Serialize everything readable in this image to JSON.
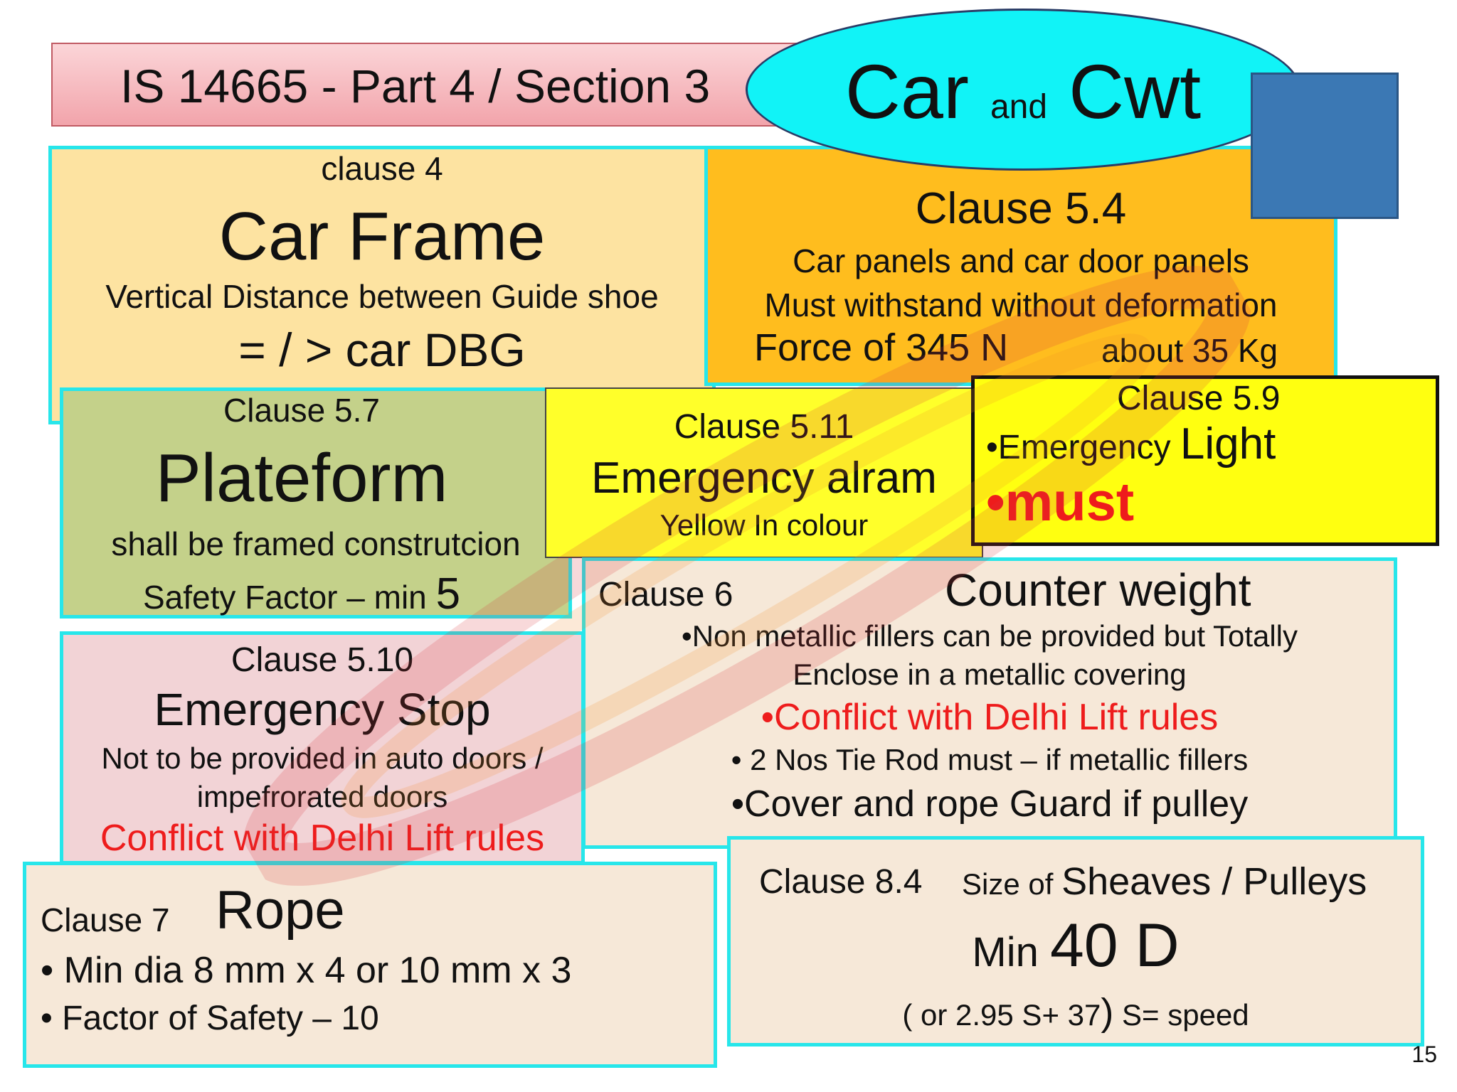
{
  "title_bar": {
    "text": "IS 14665 - Part 4 / Section 3"
  },
  "oval": {
    "car": "Car",
    "and": "and",
    "cwt": "Cwt"
  },
  "car_frame": {
    "clause": "clause    4",
    "heading": "Car Frame",
    "line1": "Vertical Distance between Guide shoe",
    "line2": "= / >  car DBG"
  },
  "clause54": {
    "clause": "Clause 5.4",
    "line1": "Car panels and car door panels",
    "line2": "Must withstand without deformation",
    "force": "Force of 345 N",
    "about": "about 35 Kg"
  },
  "plateform": {
    "clause": "Clause 5.7",
    "heading": "Plateform",
    "line1": "shall be framed construtcion",
    "safety": "Safety Factor – min ",
    "safety_value": "5"
  },
  "alarm": {
    "clause": "Clause 5.11",
    "heading": "Emergency alram",
    "line1": "Yellow In colour"
  },
  "light": {
    "clause": "Clause 5.9",
    "bullet1_small": "•Emergency ",
    "bullet1_big": "Light",
    "bullet2": "•must"
  },
  "estop": {
    "clause": "Clause 5.10",
    "heading": "Emergency Stop",
    "line1": "Not to be provided in auto doors /",
    "line2": "impefrorated doors",
    "conflict": "Conflict with Delhi Lift rules"
  },
  "counter": {
    "clause": "Clause 6",
    "heading": "Counter weight",
    "line1": "•Non metallic fillers can be provided but Totally",
    "line2": "Enclose in a metallic covering",
    "conflict": "•Conflict with Delhi Lift rules",
    "line3": "• 2 Nos Tie Rod must – if  metallic fillers",
    "line4": "•Cover and rope Guard if pulley"
  },
  "rope": {
    "clause": "Clause 7",
    "heading": "Rope",
    "bullet1": "• Min dia 8 mm x 4 or  10 mm x 3",
    "bullet2": "• Factor of Safety – 10"
  },
  "sheaves": {
    "clause": "Clause 8.4",
    "size_of": "Size of ",
    "heading": "Sheaves / Pulleys",
    "min": "Min ",
    "value": "40 D",
    "formula_open": "(  or  2.95 S+ 37",
    "formula_close": ")",
    "speed": " S= speed"
  },
  "page_number": "15",
  "colors": {
    "cyan_border": "#27e6ea",
    "red_text": "#ee1c1c",
    "oval_fill": "#11f3f7",
    "blue_square": "#3b78b4"
  }
}
